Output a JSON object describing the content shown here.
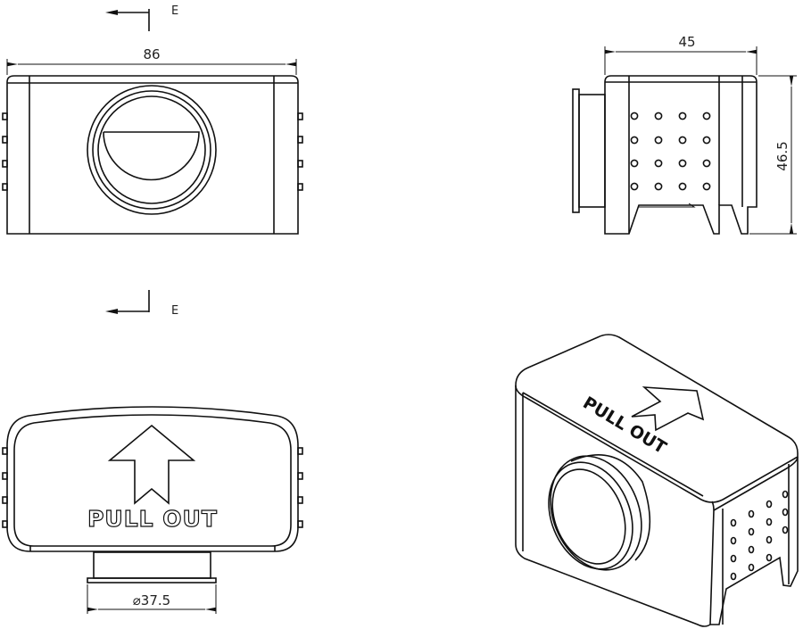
{
  "section_markers": [
    {
      "label": "E"
    },
    {
      "label": "E"
    }
  ],
  "dimensions": {
    "front_width": "86",
    "side_depth": "45",
    "side_height": "46.5",
    "boss_diameter": "⌀37.5"
  },
  "labels": {
    "top_view_text": "PULL OUT",
    "iso_view_text": "PULL OUT"
  },
  "colors": {
    "line": "#111111",
    "background": "#ffffff"
  }
}
